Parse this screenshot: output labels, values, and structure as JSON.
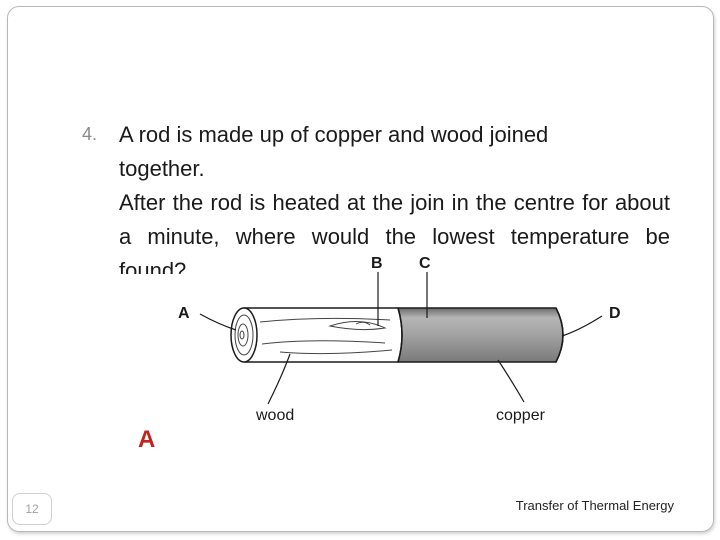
{
  "question": {
    "number": "4.",
    "line1": "A rod is made up of copper and wood joined",
    "line2": "together.",
    "line3": "After the rod is heated at the join in the centre for about a minute, where would the lowest temperature be found?"
  },
  "diagram": {
    "label_a": "A",
    "label_b": "B",
    "label_c": "C",
    "label_d": "D",
    "label_wood": "wood",
    "label_copper": "copper"
  },
  "answer": "A",
  "footer": {
    "slide_number": "12",
    "title": "Transfer of Thermal Energy"
  }
}
